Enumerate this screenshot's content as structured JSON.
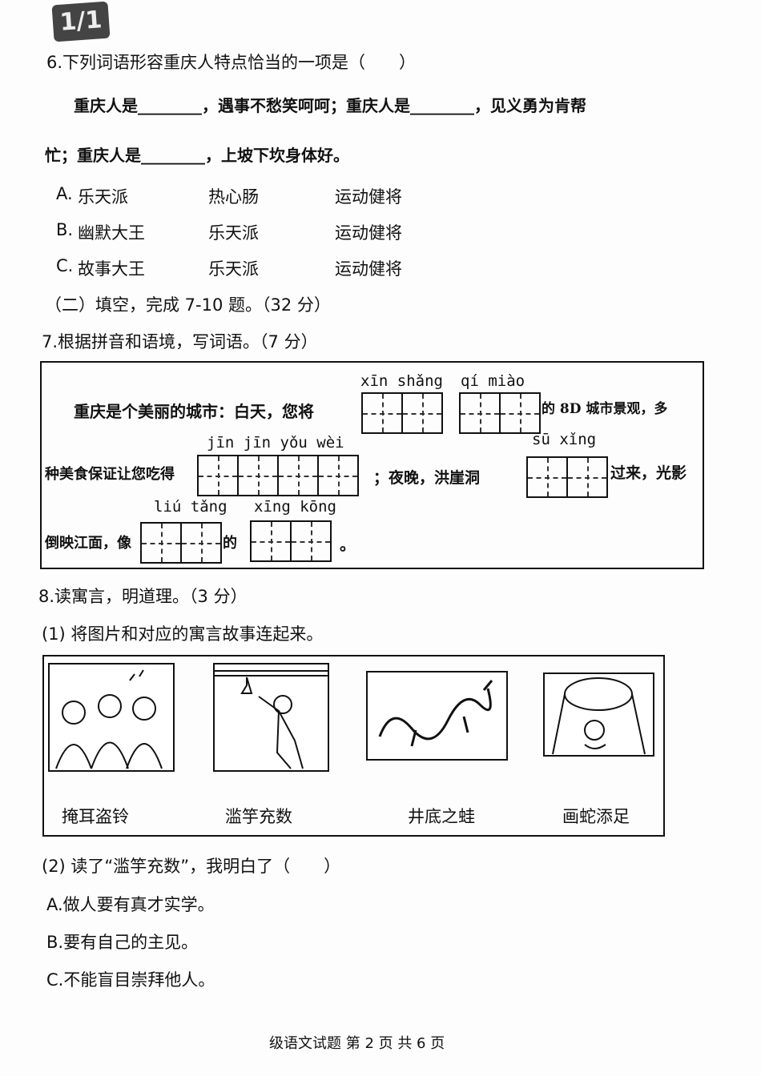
{
  "badge": "1/1",
  "q6": {
    "title": "6.下列词语形容重庆人特点恰当的一项是（　　）",
    "line1a": "重庆人是________，遇事不愁笑呵呵；重庆人是________，见义勇为肯帮",
    "line2": "忙；重庆人是________，上坡下坎身体好。",
    "options": [
      {
        "label": "A.",
        "w1": "乐天派",
        "w2": "热心肠",
        "w3": "运动健将"
      },
      {
        "label": "B.",
        "w1": "幽默大王",
        "w2": "乐天派",
        "w3": "运动健将"
      },
      {
        "label": "C.",
        "w1": "故事大王",
        "w2": "乐天派",
        "w3": "运动健将"
      }
    ]
  },
  "section2": "（二）填空，完成 7-10 题。（32 分）",
  "q7": {
    "title": "7.根据拼音和语境，写词语。（7 分）",
    "text1": "重庆是个美丽的城市：白天，您将",
    "text2": "的 8D 城市景观，多",
    "text3": "种美食保证让您吃得",
    "text4": "；夜晚，洪崖洞",
    "text5": "过来，光影",
    "text6": "倒映江面，像",
    "text7": "的",
    "text8": "。",
    "pinyin": [
      "xīn shǎng",
      "qí miào",
      "jīn jīn yǒu wèi",
      "sū xǐng",
      "liú tǎng",
      "xīng kōng"
    ]
  },
  "q8": {
    "title": "8.读寓言，明道理。（3 分）",
    "sub1": "(1) 将图片和对应的寓言故事连起来。",
    "stories": [
      "掩耳盗铃",
      "滥竽充数",
      "井底之蛙",
      "画蛇添足"
    ],
    "sub2": "(2) 读了“滥竽充数”，我明白了（　　）",
    "options": [
      "A.做人要有真才实学。",
      "B.要有自己的主见。",
      "C.不能盲目崇拜他人。"
    ]
  },
  "footer": "级语文试题 第 2 页 共 6 页"
}
